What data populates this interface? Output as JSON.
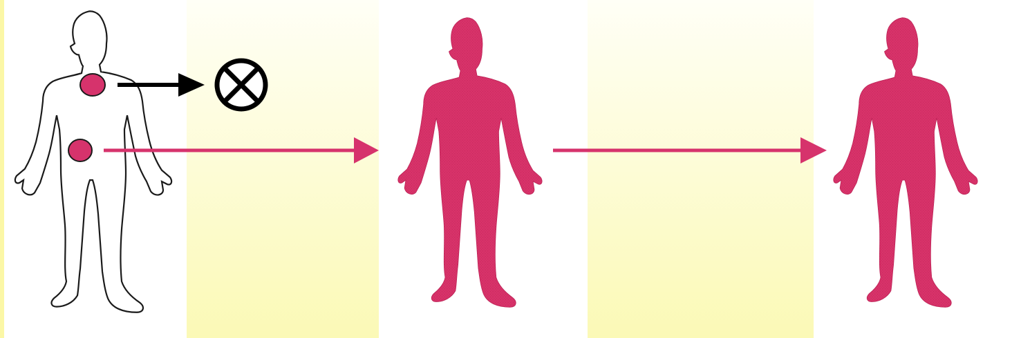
{
  "diagram": {
    "colors": {
      "background": "#ffffff",
      "panel_fill_top": "#fffff6",
      "panel_fill_bottom": "#fbf9b6",
      "left_edge_fill": "#fbf7a6",
      "body_outline": "#1a1a1a",
      "body_fill_outline_figure": "#ffffff",
      "cell_dot": "#d6336c",
      "lineage_arrow": "#d6336c",
      "blocked_arrow": "#000000",
      "filled_body": "#d8336a",
      "filled_body_texture": "#b81f52"
    },
    "figures": [
      {
        "name": "parent-outline-figure",
        "style": "outline"
      },
      {
        "name": "offspring-figure-1",
        "style": "filled"
      },
      {
        "name": "offspring-figure-2",
        "style": "filled"
      }
    ],
    "cells": [
      {
        "name": "body-cell",
        "location": "chest"
      },
      {
        "name": "germ-cell",
        "location": "abdomen"
      }
    ],
    "arrows": [
      {
        "name": "body-cell-arrow",
        "from": "body-cell",
        "to": "blocked-symbol",
        "color_key": "blocked_arrow"
      },
      {
        "name": "germ-line-arrow-1",
        "from": "germ-cell",
        "to": "offspring-figure-1",
        "color_key": "lineage_arrow"
      },
      {
        "name": "germ-line-arrow-2",
        "from": "offspring-figure-1",
        "to": "offspring-figure-2",
        "color_key": "lineage_arrow"
      }
    ],
    "symbols": [
      {
        "name": "blocked-symbol",
        "icon": "circled-times-icon",
        "glyph": "⊗"
      }
    ]
  }
}
